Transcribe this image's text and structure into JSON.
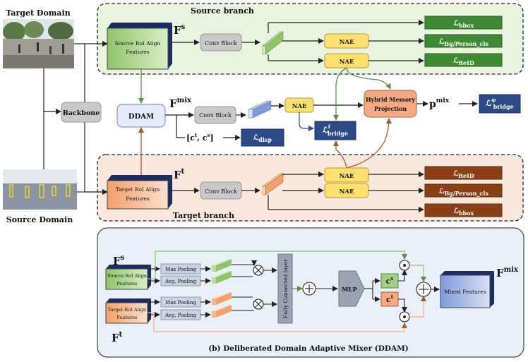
{
  "labels": {
    "target_domain": "Target Domain",
    "source_domain": "Source Domain",
    "source_branch": "Source branch",
    "target_branch": "Target branch",
    "backbone": "Backbone",
    "ddam": "DDAM",
    "conv_block": "Conv Block",
    "nae": "NAE",
    "hybrid_memory_line1": "Hybrid Memory",
    "hybrid_memory_line2": "Projection",
    "source_roi_line1": "Source RoI Align",
    "source_roi_line2": "Features",
    "target_roi_line1": "Target RoI Align",
    "target_roi_line2": "Features",
    "max_pooling": "Max Pooling",
    "avg_pooling": "Avg. Pooling",
    "fully_connected": "Fully Connected layer",
    "mlp": "MLP",
    "mixed_features": "Mixed Features",
    "ddam_caption": "(b) Deliberated Domain Adaptive Mixer (DDAM)"
  },
  "symbols": {
    "F": "F",
    "s": "s",
    "t": "t",
    "mix": "mix",
    "p": "p",
    "c": "c",
    "L": "ℒ",
    "bbox": "bbox",
    "bg_person_cls": "Bg/Person_cls",
    "reid": "ReID",
    "disp": "disp",
    "bridge": "bridge",
    "f_sup": "f",
    "phi_sup": "φ",
    "ct_cs_left": "[c",
    "ct_cs_mid": ", c",
    "ct_cs_right": "]"
  },
  "colors": {
    "source_bg": "#e9f4df",
    "target_bg": "#fbe8dc",
    "ddam_bg": "#e9f0fa",
    "loss_green": "#3f8a34",
    "loss_brown": "#8b3f16",
    "loss_blue": "#2c4a86",
    "nae_yellow": "#ffe06e",
    "hybrid_orange": "#f4a982",
    "src_feat": "#b9de9b",
    "tgt_feat": "#f8b98f",
    "feat_blue": "#9db5e6",
    "gray_block": "#c9c9c9",
    "arrow_green": "#5f8f45",
    "arrow_brown": "#a05a2c"
  }
}
